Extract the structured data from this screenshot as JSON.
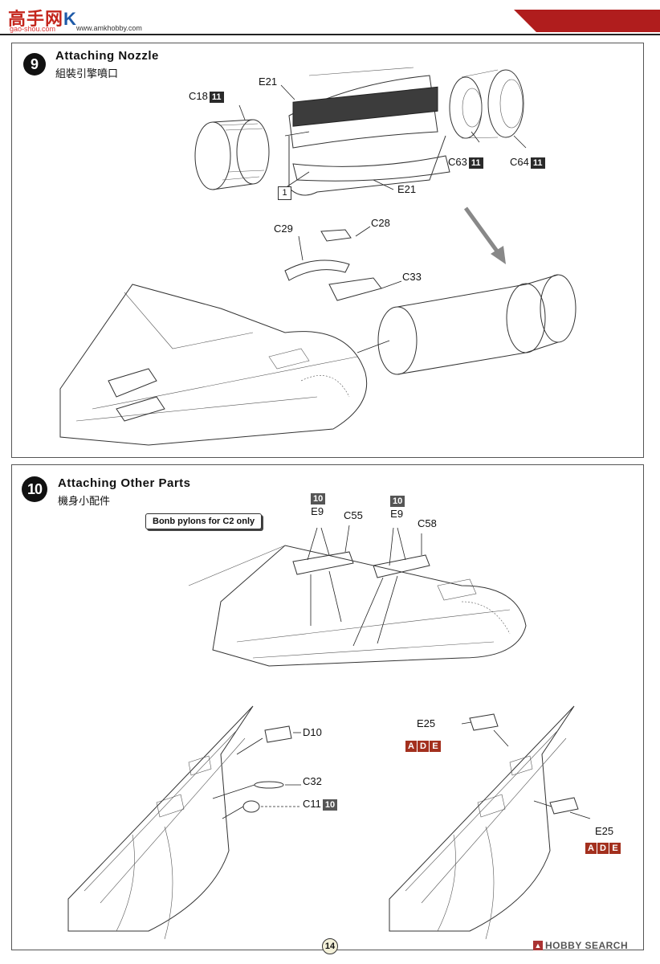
{
  "header": {
    "logo_glyphs": "高手网",
    "logo_sub": "gao-shou.com",
    "brand_mark": "K",
    "url": "www.amkhobby.com"
  },
  "step9": {
    "number": "9",
    "title": "Attaching Nozzle",
    "subtitle": "組裝引擎噴口",
    "labels": {
      "c18": "C18",
      "c18_badge": "11",
      "e21_top": "E21",
      "e21_bottom": "E21",
      "c63": "C63",
      "c63_badge": "11",
      "c64": "C64",
      "c64_badge": "11",
      "ref": "1",
      "c28": "C28",
      "c29": "C29",
      "c33": "C33"
    }
  },
  "step10": {
    "number": "10",
    "title": "Attaching Other Parts",
    "subtitle": "機身小配件",
    "note": "Bonb pylons for C2 only",
    "labels": {
      "e9_left_badge": "10",
      "e9_left": "E9",
      "c55": "C55",
      "e9_right_badge": "10",
      "e9_right": "E9",
      "c58": "C58",
      "d10": "D10",
      "c32": "C32",
      "c11": "C11",
      "c11_badge": "10",
      "e25_top": "E25",
      "e25_bottom": "E25",
      "ade_top": [
        "A",
        "D",
        "E"
      ],
      "ade_bottom": [
        "A",
        "D",
        "E"
      ]
    }
  },
  "footer": {
    "page": "14",
    "watermark": "HOBBY SEARCH"
  },
  "colors": {
    "accent_red": "#c4261d",
    "paint_chip": "#a3301e",
    "badge_dark": "#2a2a2a"
  }
}
